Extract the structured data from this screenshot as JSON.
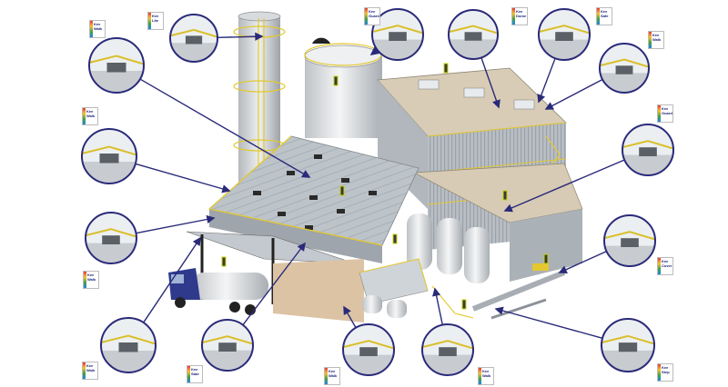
{
  "colors": {
    "arrow": "#2a2a7a",
    "steel": "#c9ccd0",
    "roof": "#b9c0c6",
    "rail_yellow": "#e3c830",
    "tank": "#e2e4e6",
    "panel": "#c0c6cb",
    "concrete": "#d9cdbb",
    "truck_blue": "#2f3a8c"
  },
  "badges": [
    {
      "id": "b1",
      "text": "Kee\nLite"
    },
    {
      "id": "b2",
      "text": "Kee\nWalk"
    },
    {
      "id": "b3",
      "text": "Kee\nGuard"
    },
    {
      "id": "b4",
      "text": "Kee\nDome"
    },
    {
      "id": "b5",
      "text": "Kee\nSafe"
    },
    {
      "id": "b6",
      "text": "Kee\nWalk"
    },
    {
      "id": "b7",
      "text": "Kee\nGuard"
    },
    {
      "id": "b8",
      "text": "Kee\nWalk"
    },
    {
      "id": "b9",
      "text": "Kee\nCover"
    },
    {
      "id": "b10",
      "text": "Kee\nWalk"
    },
    {
      "id": "b11",
      "text": "Kee\nWalk"
    },
    {
      "id": "b12",
      "text": "Kee\nStair"
    },
    {
      "id": "b13",
      "text": "Kee\nWalk"
    },
    {
      "id": "b14",
      "text": "Kee\nWalk"
    },
    {
      "id": "b15",
      "text": "Kee\nStep"
    }
  ],
  "callouts": [
    {
      "id": "c1",
      "icon": "tank-roof-railing-icon"
    },
    {
      "id": "c2",
      "icon": "roof-hatch-icon"
    },
    {
      "id": "c3",
      "icon": "ladder-railing-icon"
    },
    {
      "id": "c4",
      "icon": "ladder-cage-icon"
    },
    {
      "id": "c5",
      "icon": "skylight-dome-icon"
    },
    {
      "id": "c6",
      "icon": "fall-arrest-post-icon"
    },
    {
      "id": "c7",
      "icon": "guardrail-base-icon"
    },
    {
      "id": "c8",
      "icon": "roof-edge-guardrail-icon"
    },
    {
      "id": "c9",
      "icon": "cable-tray-walkway-icon"
    },
    {
      "id": "c10",
      "icon": "walkway-platform-icon"
    },
    {
      "id": "c11",
      "icon": "ladder-anchor-icon"
    },
    {
      "id": "c12",
      "icon": "roof-walkway-icon"
    },
    {
      "id": "c13",
      "icon": "step-platform-icon"
    },
    {
      "id": "c14",
      "icon": "access-stairs-icon"
    },
    {
      "id": "c15",
      "icon": "crossover-stair-icon"
    }
  ]
}
